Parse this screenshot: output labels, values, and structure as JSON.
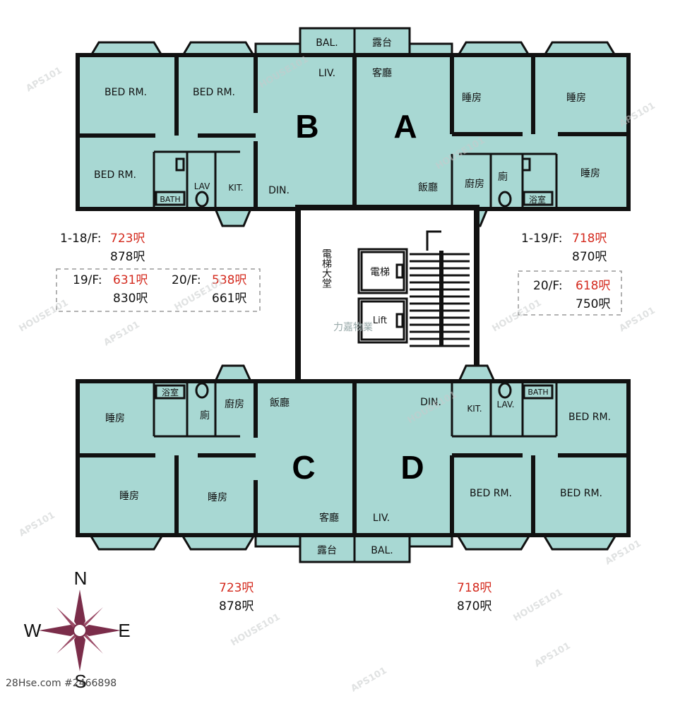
{
  "units": {
    "A": {
      "letter": "A",
      "liv": "客廳",
      "din": "飯廳",
      "bed1": "睡房",
      "bed2": "睡房",
      "bed3": "睡房",
      "kit": "廚房",
      "wc": "廁",
      "bath": "浴室",
      "bal": "露台"
    },
    "B": {
      "letter": "B",
      "liv": "LIV.",
      "din": "DIN.",
      "bed1": "BED RM.",
      "bed2": "BED RM.",
      "bed3": "BED RM.",
      "kit": "KIT.",
      "wc": "LAV",
      "bath": "BATH",
      "bal": "BAL."
    },
    "C": {
      "letter": "C",
      "liv": "客廳",
      "din": "飯廳",
      "bed1": "睡房",
      "bed2": "睡房",
      "bed3": "睡房",
      "kit": "廚房",
      "wc": "廁",
      "bath": "浴室",
      "bal": "露台"
    },
    "D": {
      "letter": "D",
      "liv": "LIV.",
      "din": "DIN.",
      "bed1": "BED RM.",
      "bed2": "BED RM.",
      "bed3": "BED RM.",
      "kit": "KIT.",
      "wc": "LAV.",
      "bath": "BATH",
      "bal": "BAL."
    }
  },
  "core": {
    "lobby": "電梯大堂",
    "lift1": "電梯",
    "lift2": "Lift",
    "mgmt": "力嘉物業"
  },
  "areas": {
    "left_top": {
      "floor": "1-18/F:",
      "saleable": "723呎",
      "gross": "878呎"
    },
    "left_box1": {
      "floor": "19/F:",
      "saleable": "631呎",
      "gross": "830呎"
    },
    "left_box2": {
      "floor": "20/F:",
      "saleable": "538呎",
      "gross": "661呎"
    },
    "right_top": {
      "floor": "1-19/F:",
      "saleable": "718呎",
      "gross": "870呎"
    },
    "right_box": {
      "floor": "20/F:",
      "saleable": "618呎",
      "gross": "750呎"
    },
    "bottom_left": {
      "saleable": "723呎",
      "gross": "878呎"
    },
    "bottom_right": {
      "saleable": "718呎",
      "gross": "870呎"
    }
  },
  "compass": {
    "n": "N",
    "s": "S",
    "e": "E",
    "w": "W"
  },
  "watermarks": {
    "house": "HOUSE101",
    "aps": "APS101"
  },
  "footer": "28Hse.com #2466898",
  "colors": {
    "room": "#a8d8d3",
    "red": "#d42a1e",
    "compass": "#7b2d4a"
  }
}
